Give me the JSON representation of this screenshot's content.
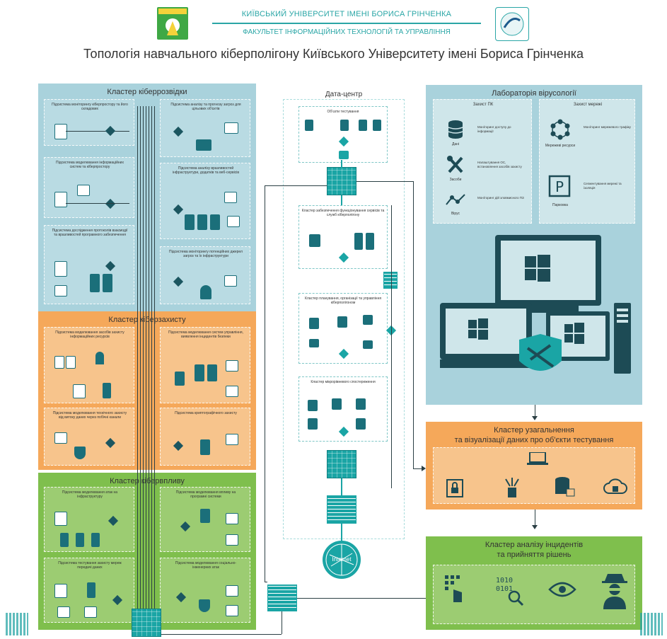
{
  "header": {
    "university": "КИЇВСЬКИЙ УНІВЕРСИТЕТ ІМЕНІ БОРИСА ГРІНЧЕНКА",
    "faculty": "ФАКУЛЬТЕТ ІНФОРМАЦІЙНИХ ТЕХНОЛОГІЙ ТА УПРАВЛІННЯ",
    "title": "Топологія навчального кіберполігону Київського Університету імені Бориса Грінченка"
  },
  "colors": {
    "teal": "#1aa5a5",
    "blue_panel": "#a9d2dc",
    "orange_panel": "#f5a85a",
    "green_panel": "#7fbf4d",
    "dark": "#1b5660"
  },
  "clusters": {
    "recon": {
      "title": "Кластер кіберрозвідки",
      "subs": [
        "Підсистема моніторингу кіберпростору та його складових",
        "Підсистема аналізу та прогнозу загроз для цільових об'єктів",
        "Підсистема моделювання інформаційних систем та кіберпростору",
        "Підсистема аналізу вразливостей інфраструктури, додатків та веб-сервісів",
        "Підсистема дослідження протоколів взаємодії та вразливостей програмного забезпечення",
        "Підсистема моніторингу потенційних джерел загроз та їх інфраструктури"
      ]
    },
    "defense": {
      "title": "Кластер кіберзахисту",
      "subs": [
        "Підсистема моделювання засобів захисту інформаційних ресурсів",
        "Підсистема моделювання систем управління, виявлення інцидентів безпеки",
        "Підсистема моделювання технічного захисту від витоку даних через побічні канали",
        "Підсистема криптографічного захисту"
      ]
    },
    "impact": {
      "title": "Кластер кібервпливу",
      "subs": [
        "Підсистема моделювання атак на інфраструктуру",
        "Підсистема моделювання впливу на програмні системи",
        "Підсистема тестування захисту мереж передачі даних",
        "Підсистема моделювання соціально-інженерних атак"
      ]
    }
  },
  "datacenter": {
    "title": "Дата-центр",
    "boxes": [
      "Об'єкти тестування",
      "Кластер забезпечення функціонування сервісів та служб кіберполігону",
      "Кластер планування, організації та управління кіберполігоном",
      "Кластер мікрорівневого спостереження"
    ],
    "internet": "Internet"
  },
  "lab": {
    "title": "Лабораторія вірусології",
    "left_group": "Захист ПК",
    "right_group": "Захист мережі",
    "items_left": [
      {
        "icon": "database-icon",
        "caption": "Дані",
        "text": "Моніторинг доступу до інформації"
      },
      {
        "icon": "tools-icon",
        "caption": "Засоби",
        "text": "Налаштування ОС, встановлення засобів захисту"
      },
      {
        "icon": "scan-icon",
        "caption": "Вірус",
        "text": "Моніторинг дій зловмисного ПЗ"
      }
    ],
    "items_right": [
      {
        "icon": "network-icon",
        "caption": "Мережеві ресурси",
        "text": "Моніторинг мережевого трафіку"
      },
      {
        "icon": "parking-icon",
        "caption": "Парковка",
        "text": "Сегментування мережі та ізоляція"
      }
    ]
  },
  "generalize": {
    "title_line1": "Кластер узагальнення",
    "title_line2": "та візуалізації даних про об'єкти тестування"
  },
  "incident": {
    "title_line1": "Кластер аналізу інцидентів",
    "title_line2": "та прийняття рішень"
  }
}
